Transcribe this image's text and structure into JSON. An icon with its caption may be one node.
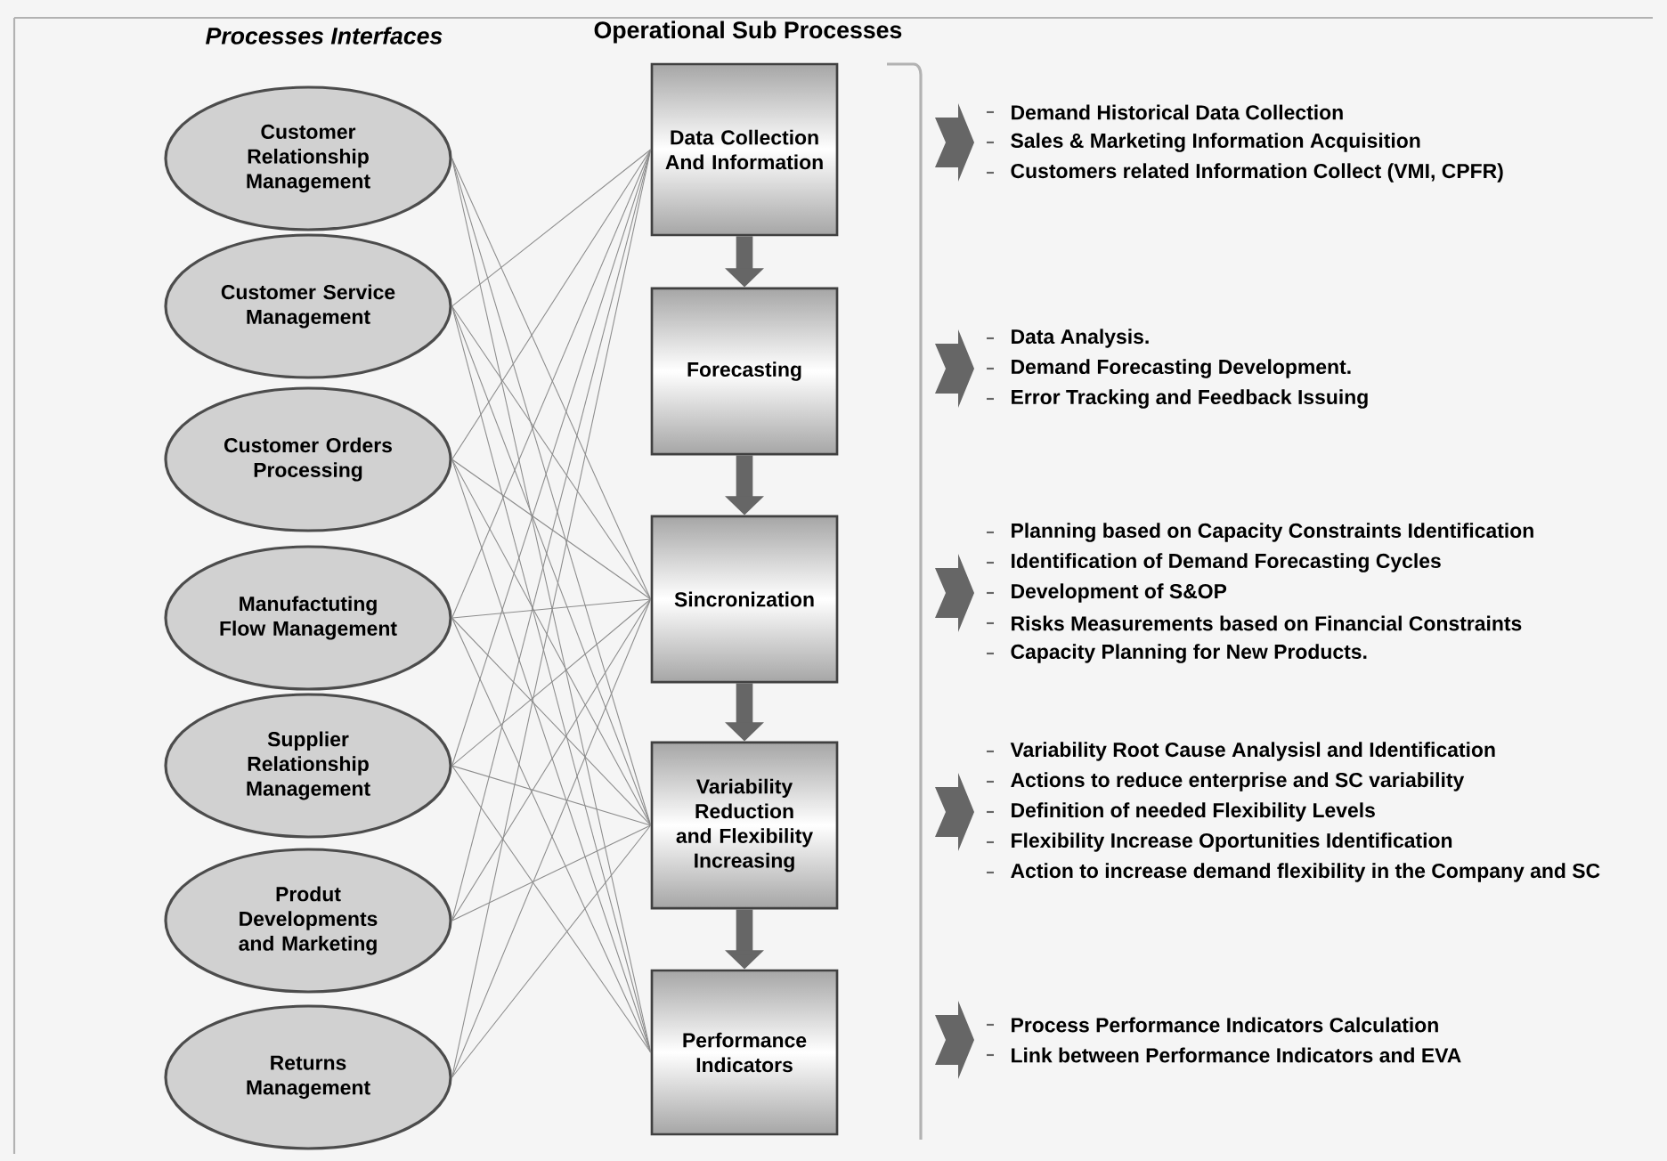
{
  "diagram": {
    "nodes": [
      {
        "text": [
          "Customer Relationship Management"
        ]
      },
      {
        "text": [
          "Customer Service Management"
        ]
      },
      {
        "text": [
          "Customer Orders Processing"
        ]
      },
      {
        "text": [
          "Manufactuting Flow Management"
        ]
      },
      {
        "text": [
          "Supplier Relationship Management"
        ]
      },
      {
        "text": [
          "Produt Developments and Marketing"
        ]
      },
      {
        "text": [
          "Returns Management"
        ]
      },
      {
        "text": [
          "Data Collection And Information"
        ],
        "beside": [
          "Demand Historical Data Collection",
          "Sales & Marketing Information Acquisition",
          "Customers related Information Collect (VMI, CPFR)"
        ]
      },
      {
        "text": [
          "Forecasting"
        ],
        "beside": [
          "Data Analysis.",
          "Demand Forecasting Development.",
          "Error Tracking and Feedback Issuing"
        ]
      },
      {
        "text": [
          "Sincronization"
        ],
        "beside": [
          "Planning based on Capacity Constraints Identification",
          "Identification of Demand Forecasting Cycles",
          "Development of S&OP",
          "Risks Measurements based on Financial Constraints",
          "Capacity Planning for New Products."
        ]
      },
      {
        "text": [
          "Variability Reduction and Flexibility Increasing"
        ],
        "beside": [
          "Variability Root Cause Analysisl and Identification",
          "Actions to reduce enterprise and SC variability",
          "Definition of needed Flexibility Levels",
          "Flexibility Increase Oportunities Identification",
          "Action to increase demand flexibility in the Company and SC"
        ]
      },
      {
        "text": [
          "Performance Indicators"
        ],
        "beside": [
          "Process Performance Indicators Calculation",
          "Link between Performance Indicators and EVA"
        ]
      }
    ],
    "edges": [
      {
        "from": 0,
        "to": 9,
        "arrow": "none"
      },
      {
        "from": 0,
        "to": 10,
        "arrow": "none"
      },
      {
        "from": 0,
        "to": 11,
        "arrow": "none"
      },
      {
        "from": 1,
        "to": 7,
        "arrow": "none"
      },
      {
        "from": 1,
        "to": 9,
        "arrow": "none"
      },
      {
        "from": 1,
        "to": 10,
        "arrow": "none"
      },
      {
        "from": 1,
        "to": 11,
        "arrow": "none"
      },
      {
        "from": 2,
        "to": 7,
        "arrow": "none"
      },
      {
        "from": 2,
        "to": 9,
        "arrow": "none"
      },
      {
        "from": 2,
        "to": 10,
        "arrow": "none"
      },
      {
        "from": 2,
        "to": 11,
        "arrow": "none"
      },
      {
        "from": 3,
        "to": 7,
        "arrow": "none"
      },
      {
        "from": 3,
        "to": 9,
        "arrow": "none"
      },
      {
        "from": 3,
        "to": 10,
        "arrow": "none"
      },
      {
        "from": 3,
        "to": 11,
        "arrow": "none"
      },
      {
        "from": 4,
        "to": 7,
        "arrow": "none"
      },
      {
        "from": 4,
        "to": 9,
        "arrow": "none"
      },
      {
        "from": 4,
        "to": 10,
        "arrow": "none"
      },
      {
        "from": 4,
        "to": 11,
        "arrow": "none"
      },
      {
        "from": 5,
        "to": 7,
        "arrow": "none"
      },
      {
        "from": 5,
        "to": 9,
        "arrow": "none"
      },
      {
        "from": 5,
        "to": 10,
        "arrow": "none"
      },
      {
        "from": 6,
        "to": 7,
        "arrow": "none"
      },
      {
        "from": 6,
        "to": 9,
        "arrow": "none"
      },
      {
        "from": 6,
        "to": 10,
        "arrow": "none"
      },
      {
        "from": 7,
        "to": 8,
        "arrow": "to",
        "style": "thick"
      },
      {
        "from": 8,
        "to": 9,
        "arrow": "to",
        "style": "thick"
      },
      {
        "from": 9,
        "to": 10,
        "arrow": "to",
        "style": "thick"
      },
      {
        "from": 10,
        "to": 11,
        "arrow": "to",
        "style": "thick"
      }
    ],
    "labels": [
      "Processes Interfaces",
      "Operational Sub Processes"
    ]
  }
}
